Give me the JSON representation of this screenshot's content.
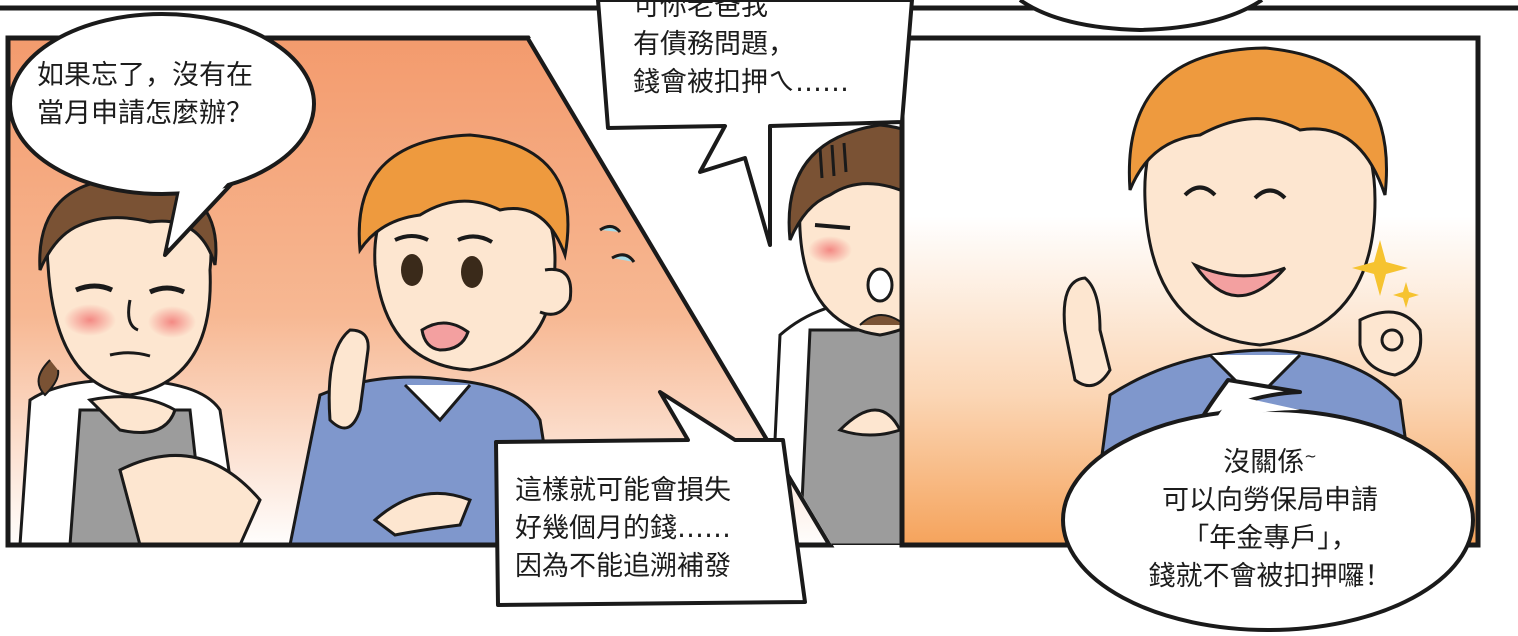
{
  "panel_1": {
    "speech_question": [
      "如果忘了，沒有在",
      "當月申請怎麼辦？"
    ],
    "speech_consequence": [
      "這樣就可能會損失",
      "好幾個月的錢……",
      "因為不能追溯補發"
    ]
  },
  "panel_2": {
    "speech_worry": [
      "可你老爸我",
      "有債務問題，",
      "錢會被扣押ㄟ……"
    ]
  },
  "panel_3": {
    "speech_answer": [
      "沒關係",
      "可以向勞保局申請",
      "「年金專戶」，",
      "錢就不會被扣押囉！"
    ],
    "tilde": "~"
  },
  "colors": {
    "outline": "#1a1a1a",
    "bg_orange": "#f39a6c",
    "bg_light_orange": "#fde0c8",
    "hair_orange": "#ee9a3e",
    "hair_brown": "#7a5234",
    "skin": "#fde6d0",
    "sweater_blue": "#7f97cc",
    "apron_gray": "#9c9c9c",
    "sparkle": "#f6c330"
  }
}
